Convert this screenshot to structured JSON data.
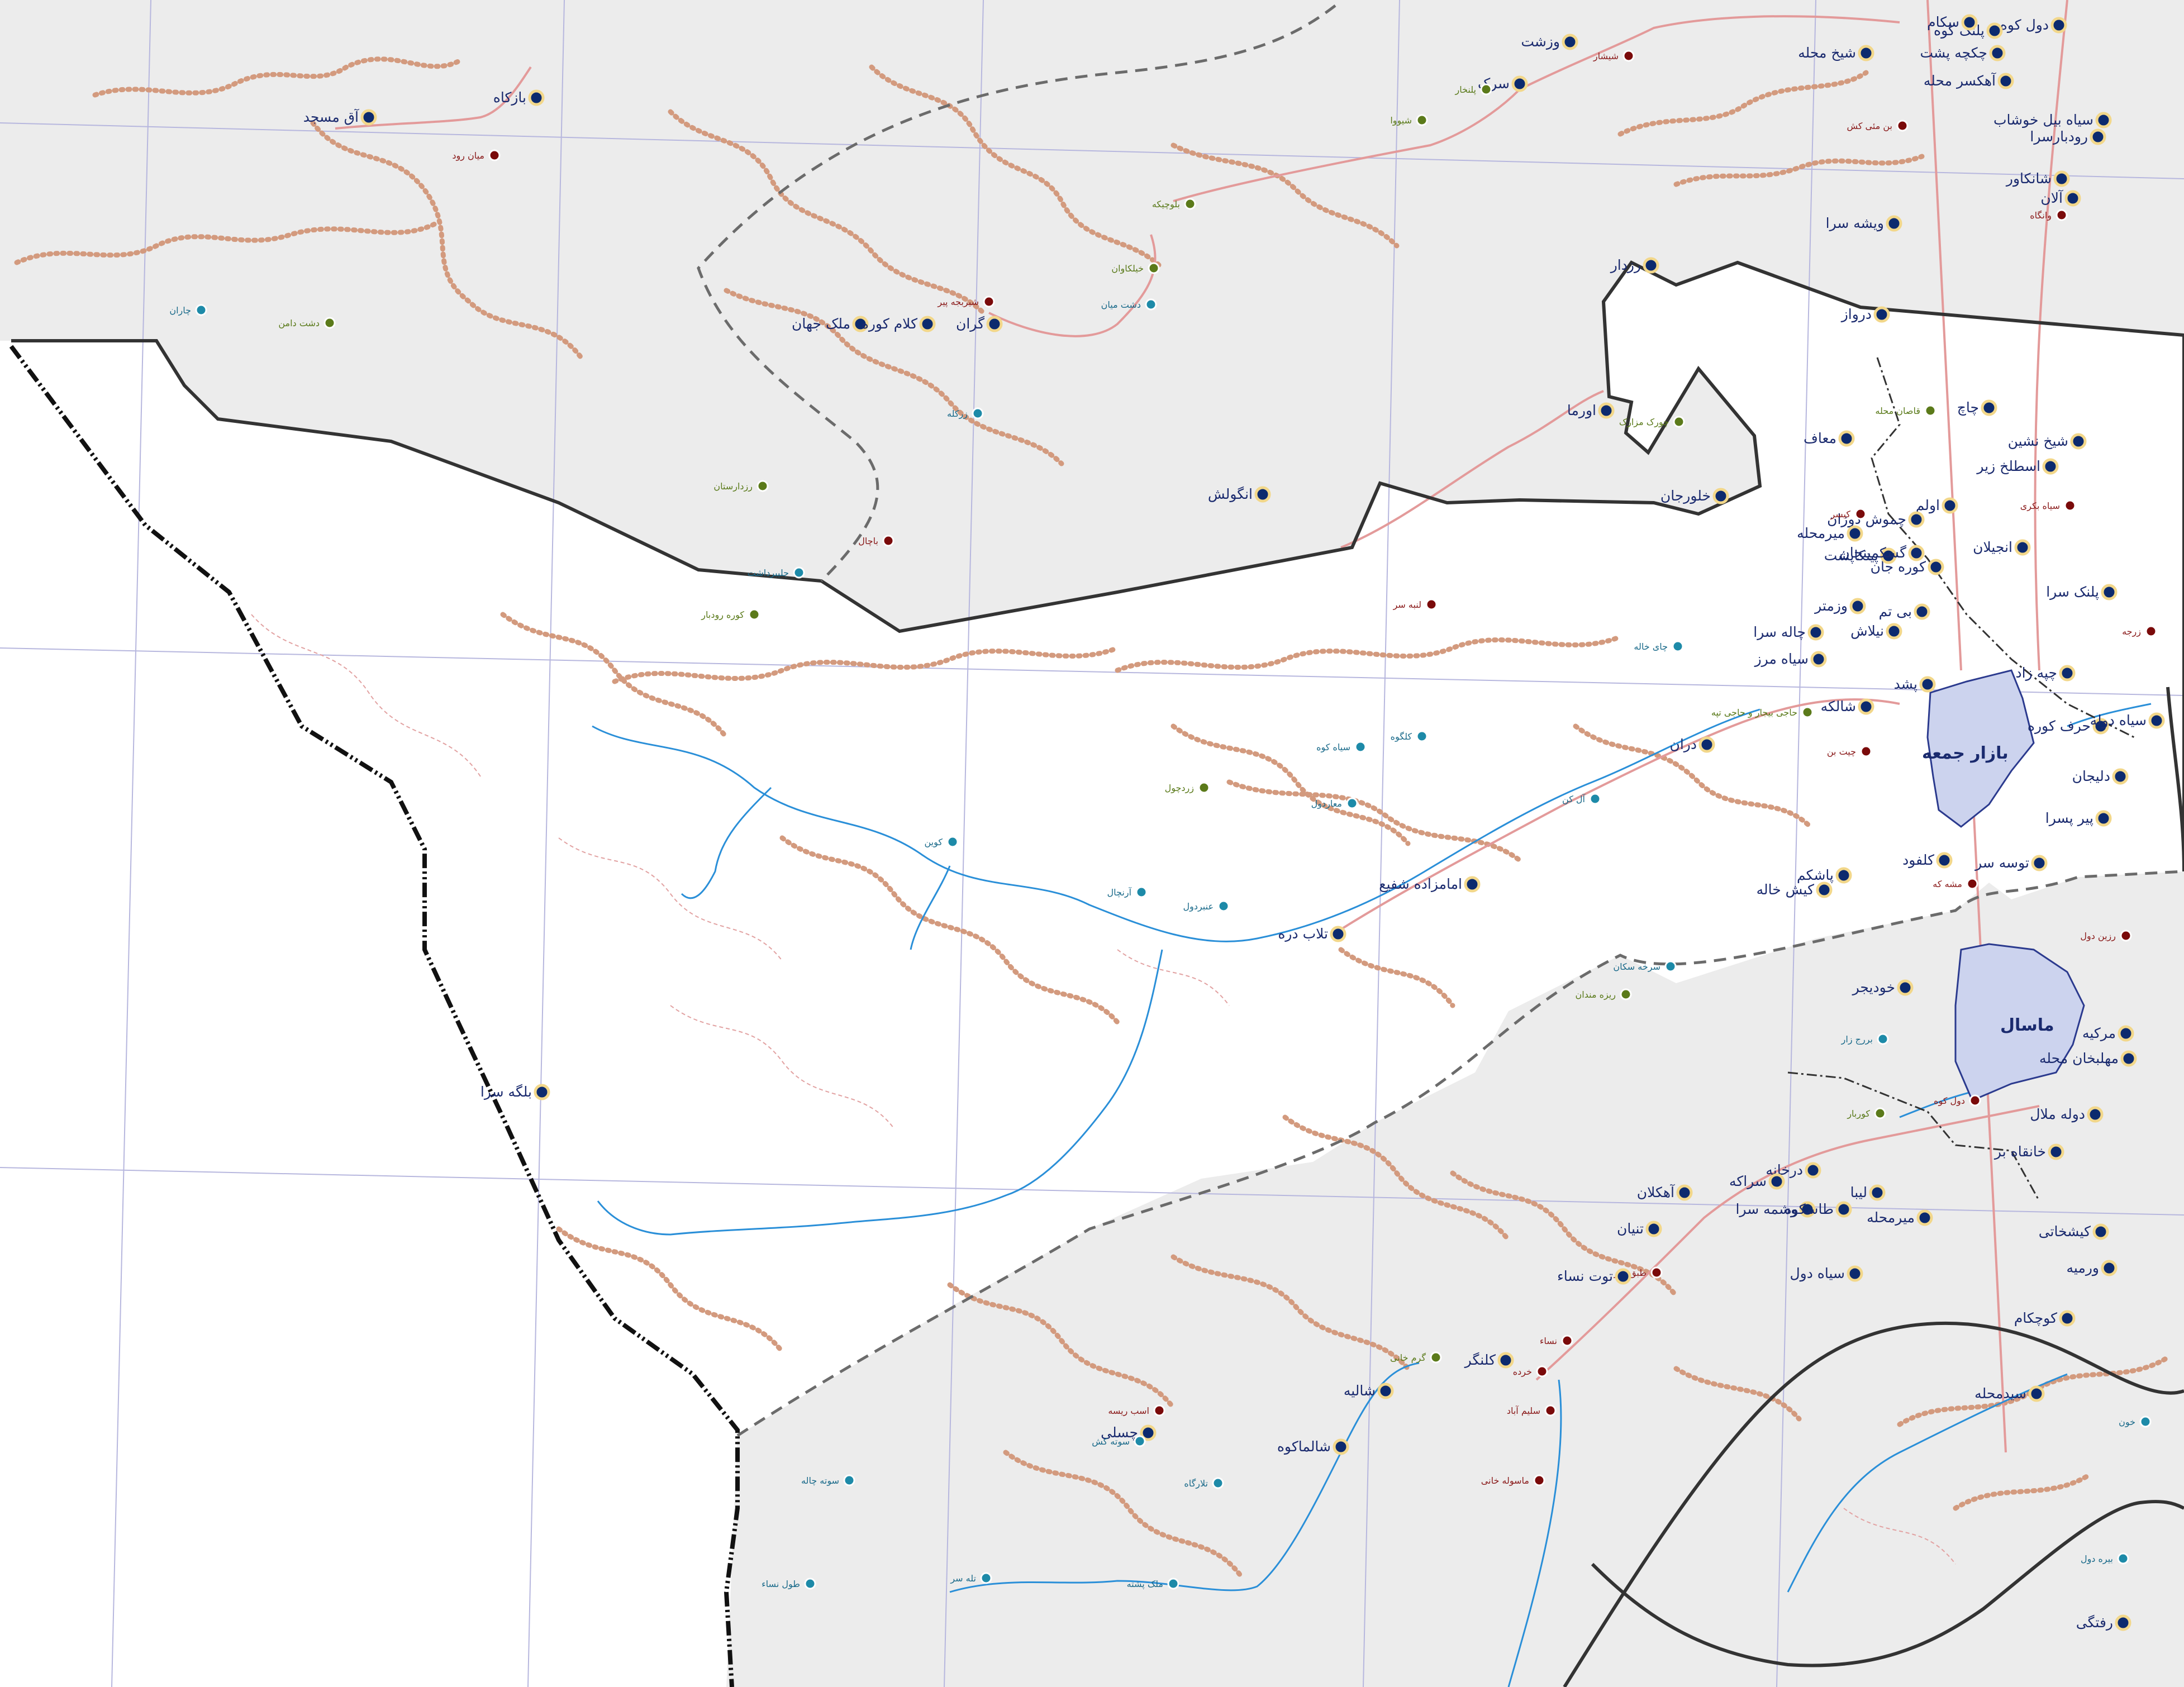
{
  "map": {
    "title": "",
    "colors": {
      "outside_region": "#ececec",
      "region": "#ffffff",
      "border": "#333333",
      "dashed_border": "#6b6b6b",
      "trail": "#d39a7e",
      "road": "#e39a9a",
      "river": "#2a8fd8",
      "grid": "#b7b7de",
      "town_fill": "#ccd3ee",
      "major_point": "#0c2a6e",
      "minor_point": "#7a0a0a",
      "green_point": "#5b7a1a",
      "teal_point": "#1d8aa8"
    },
    "towns": [
      {
        "name": "بازار جمعه"
      },
      {
        "name": "ماسال"
      }
    ],
    "places": [
      {
        "name": "آق مسجد",
        "type": "major"
      },
      {
        "name": "بازکاه",
        "type": "major"
      },
      {
        "name": "میان رود",
        "type": "minor"
      },
      {
        "name": "چاران",
        "type": "teal"
      },
      {
        "name": "دشت دامن",
        "type": "green"
      },
      {
        "name": "شیربجه پیر",
        "type": "minor"
      },
      {
        "name": "وزشت",
        "type": "major"
      },
      {
        "name": "شیشار",
        "type": "minor"
      },
      {
        "name": "سرک",
        "type": "major"
      },
      {
        "name": "پلنخار",
        "type": "green"
      },
      {
        "name": "شیووا",
        "type": "green"
      },
      {
        "name": "بلوچیکه",
        "type": "green"
      },
      {
        "name": "خیلکاوان",
        "type": "green"
      },
      {
        "name": "دشت میان",
        "type": "teal"
      },
      {
        "name": "زرکله",
        "type": "teal"
      },
      {
        "name": "رزدارستان",
        "type": "green"
      },
      {
        "name": "باچال",
        "type": "minor"
      },
      {
        "name": "جلیبرداشت",
        "type": "teal"
      },
      {
        "name": "کوره رودبار",
        "type": "green"
      },
      {
        "name": "انگولش",
        "type": "major"
      },
      {
        "name": "رزدار",
        "type": "major"
      },
      {
        "name": "اورما",
        "type": "major"
      },
      {
        "name": "چورک مزارک",
        "type": "green"
      },
      {
        "name": "لنبه سر",
        "type": "minor"
      },
      {
        "name": "چای خاله",
        "type": "teal"
      },
      {
        "name": "کلگوه",
        "type": "teal"
      },
      {
        "name": "سیاه کوه",
        "type": "teal"
      },
      {
        "name": "معاردول",
        "type": "teal"
      },
      {
        "name": "زردچول",
        "type": "green"
      },
      {
        "name": "کوین",
        "type": "teal"
      },
      {
        "name": "آرنچال",
        "type": "teal"
      },
      {
        "name": "عنبردول",
        "type": "teal"
      },
      {
        "name": "آل کن",
        "type": "teal"
      },
      {
        "name": "امامزاده شفیع",
        "type": "major"
      },
      {
        "name": "تلاب دره",
        "type": "major"
      },
      {
        "name": "حاجی بیجار و حاجی تپه",
        "type": "green"
      },
      {
        "name": "دران",
        "type": "major"
      },
      {
        "name": "چیت بن",
        "type": "minor"
      },
      {
        "name": "شالکه",
        "type": "major"
      },
      {
        "name": "سیاه مرز",
        "type": "major"
      },
      {
        "name": "چاله سرا",
        "type": "major"
      },
      {
        "name": "نیلاش",
        "type": "major"
      },
      {
        "name": "پشد",
        "type": "major"
      },
      {
        "name": "چپه زاد",
        "type": "major"
      },
      {
        "name": "حرف کوره",
        "type": "major"
      },
      {
        "name": "دلیجان",
        "type": "major"
      },
      {
        "name": "توسه سر",
        "type": "major"
      },
      {
        "name": "کلفود",
        "type": "major"
      },
      {
        "name": "پاشکم",
        "type": "major"
      },
      {
        "name": "کیش خاله",
        "type": "major"
      },
      {
        "name": "مشه که",
        "type": "minor"
      },
      {
        "name": "رزین دول",
        "type": "minor"
      },
      {
        "name": "بلگه سرا",
        "type": "major"
      },
      {
        "name": "خودیجر",
        "type": "major"
      },
      {
        "name": "سرخه سکان",
        "type": "teal"
      },
      {
        "name": "ریزه مندان",
        "type": "green"
      },
      {
        "name": "بررج زار",
        "type": "teal"
      },
      {
        "name": "کوربار",
        "type": "green"
      },
      {
        "name": "دول کوه",
        "type": "minor"
      },
      {
        "name": "مرکیه",
        "type": "major"
      },
      {
        "name": "مهلبخان محله",
        "type": "major"
      },
      {
        "name": "دوله ملال",
        "type": "major"
      },
      {
        "name": "خانقاه بر",
        "type": "major"
      },
      {
        "name": "درخانه",
        "type": "major"
      },
      {
        "name": "وشمه سرا",
        "type": "major"
      },
      {
        "name": "سراکه",
        "type": "major"
      },
      {
        "name": "لیبا",
        "type": "major"
      },
      {
        "name": "طاسکوه",
        "type": "major"
      },
      {
        "name": "میرمحله",
        "type": "major"
      },
      {
        "name": "سیاه دول",
        "type": "major"
      },
      {
        "name": "کیشخاتی",
        "type": "major"
      },
      {
        "name": "ورمیه",
        "type": "major"
      },
      {
        "name": "کوچکام",
        "type": "major"
      },
      {
        "name": "سیدمحله",
        "type": "major"
      },
      {
        "name": "آهکلان",
        "type": "major"
      },
      {
        "name": "تنیان",
        "type": "major"
      },
      {
        "name": "طبق سر",
        "type": "minor"
      },
      {
        "name": "توت نساء",
        "type": "major"
      },
      {
        "name": "نساء",
        "type": "minor"
      },
      {
        "name": "کلنگر",
        "type": "major"
      },
      {
        "name": "گرم خانی",
        "type": "green"
      },
      {
        "name": "خرده",
        "type": "minor"
      },
      {
        "name": "سلیم آباد",
        "type": "minor"
      },
      {
        "name": "شالیه",
        "type": "major"
      },
      {
        "name": "شالماکوه",
        "type": "major"
      },
      {
        "name": "ماسوله خانی",
        "type": "minor"
      },
      {
        "name": "اسب ریسه",
        "type": "minor"
      },
      {
        "name": "چسلی",
        "type": "major"
      },
      {
        "name": "سوته کش",
        "type": "teal"
      },
      {
        "name": "تلارگاه",
        "type": "teal"
      },
      {
        "name": "سوته چاله",
        "type": "teal"
      },
      {
        "name": "طول نساء",
        "type": "teal"
      },
      {
        "name": "تله سر",
        "type": "teal"
      },
      {
        "name": "ملک پشته",
        "type": "teal"
      },
      {
        "name": "خون",
        "type": "teal"
      },
      {
        "name": "بیره دول",
        "type": "teal"
      },
      {
        "name": "رفتگی",
        "type": "major"
      },
      {
        "name": "دول کوه",
        "type": "major"
      },
      {
        "name": "پلنک کوه",
        "type": "major"
      },
      {
        "name": "چکچه پشت",
        "type": "major"
      },
      {
        "name": "سکام",
        "type": "major"
      },
      {
        "name": "شیخ محله",
        "type": "major"
      },
      {
        "name": "آهکسر محله",
        "type": "major"
      },
      {
        "name": "بن مئی کش",
        "type": "minor"
      },
      {
        "name": "سیاه بیل خوشاب",
        "type": "major"
      },
      {
        "name": "رودبارسرا",
        "type": "major"
      },
      {
        "name": "شانکاور",
        "type": "major"
      },
      {
        "name": "آلان",
        "type": "major"
      },
      {
        "name": "وانگاه",
        "type": "minor"
      },
      {
        "name": "ویشه سرا",
        "type": "major"
      },
      {
        "name": "درواز",
        "type": "major"
      },
      {
        "name": "قاصان محله",
        "type": "green"
      },
      {
        "name": "چاچ",
        "type": "major"
      },
      {
        "name": "معاف",
        "type": "major"
      },
      {
        "name": "شیخ نشین",
        "type": "major"
      },
      {
        "name": "اسطلخ زیر",
        "type": "major"
      },
      {
        "name": "اولم",
        "type": "major"
      },
      {
        "name": "چموش دوزان",
        "type": "major"
      },
      {
        "name": "سیاه بکری",
        "type": "minor"
      },
      {
        "name": "کوره جان",
        "type": "major"
      },
      {
        "name": "خلورجان",
        "type": "major"
      },
      {
        "name": "کیسر",
        "type": "minor"
      },
      {
        "name": "میرمحله",
        "type": "major"
      },
      {
        "name": "پینکاپشت",
        "type": "major"
      },
      {
        "name": "گسکمینجان",
        "type": "major"
      },
      {
        "name": "وزمتر",
        "type": "major"
      },
      {
        "name": "بی تم",
        "type": "major"
      },
      {
        "name": "انجیلان",
        "type": "major"
      },
      {
        "name": "پلنک سرا",
        "type": "major"
      },
      {
        "name": "زرجه",
        "type": "minor"
      },
      {
        "name": "پیر پسرا",
        "type": "major"
      },
      {
        "name": "سیاه دوله",
        "type": "major"
      },
      {
        "name": "ملک جهان",
        "type": "major"
      },
      {
        "name": "کلام کوره",
        "type": "major"
      },
      {
        "name": "گران",
        "type": "major"
      }
    ]
  }
}
